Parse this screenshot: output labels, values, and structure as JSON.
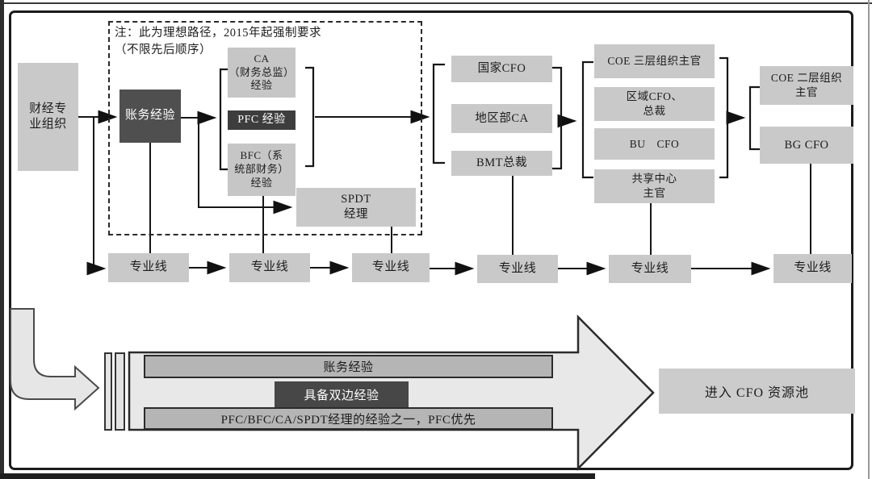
{
  "diagram": {
    "note": "注：此为理想路径，2015年起强制要求\n（不限先后顺序）",
    "stage1": {
      "org": "财经专\n业组织",
      "accounting_exp": "账务经验",
      "ca_exp": "CA\n（财务总监）\n经验",
      "pfc_exp": "PFC 经验",
      "bfc_exp": "BFC（系\n统部财务）\n经验",
      "spdt_manager": "SPDT\n经理"
    },
    "stage2": {
      "country_cfo": "国家CFO",
      "region_ca": "地区部CA",
      "bmt_president": "BMT总裁"
    },
    "stage3": {
      "coe_l3": "COE 三层组织主官",
      "regional_cfo": "区域CFO、\n总裁",
      "bu_cfo": "BU　CFO",
      "shared_center": "共享中心\n主官"
    },
    "stage4": {
      "coe_l2": "COE 二层组织\n主官",
      "bg_cfo": "BG CFO"
    },
    "professional_line": "专业线",
    "funnel": {
      "bar_top": "账务经验",
      "bar_middle": "具备双边经验",
      "bar_bottom": "PFC/BFC/CA/SPDT经理的经验之一，PFC优先",
      "pool": "进入 CFO 资源池"
    },
    "colors": {
      "light_box": "#c9c9c9",
      "dark_box": "#4f4f4f",
      "darker_box": "#3d3d3d",
      "line": "#161616",
      "funnel_body": "#e8e8e8",
      "funnel_bar": "#b5b5b5"
    }
  }
}
